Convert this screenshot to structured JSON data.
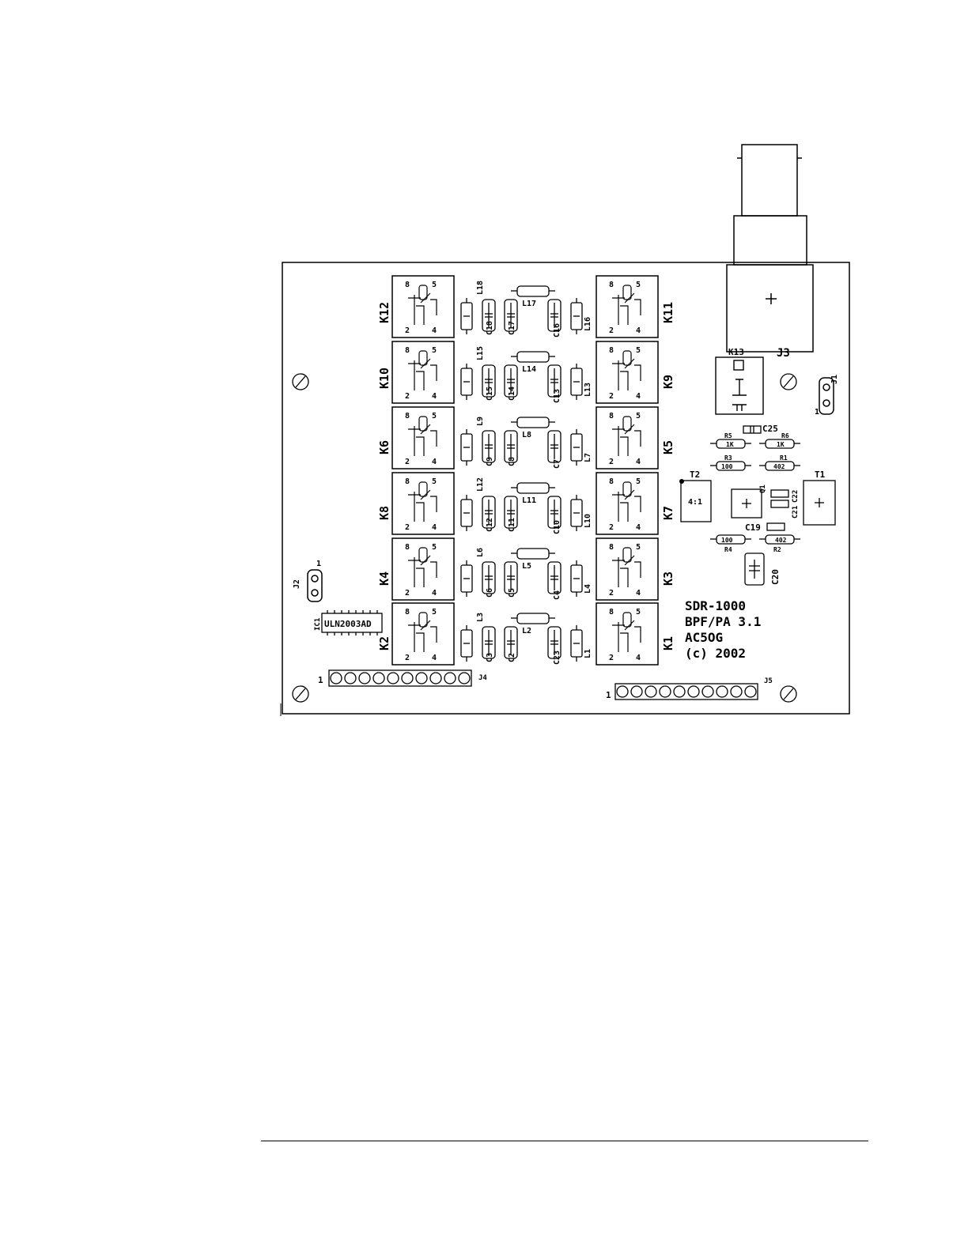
{
  "board": {
    "silkscreen_title": [
      "SDR-1000",
      "BPF/PA 3.1",
      "AC5OG",
      "(c) 2002"
    ],
    "relays_left": [
      "K12",
      "K10",
      "K6",
      "K8",
      "K4",
      "K2"
    ],
    "relays_right": [
      "K11",
      "K9",
      "K5",
      "K7",
      "K3",
      "K1"
    ],
    "relay_pins": {
      "top_left": "8",
      "top_right": "5",
      "bottom_left": "2",
      "bottom_right": "4"
    },
    "column_a": [
      "L18",
      "L15",
      "L9",
      "L12",
      "L6",
      "L3"
    ],
    "column_b": [
      "C18",
      "C15",
      "C9",
      "C12",
      "C6",
      "C3"
    ],
    "column_c": [
      "C17",
      "C14",
      "C8",
      "C11",
      "C5",
      "C2"
    ],
    "column_d_horiz": [
      "L17",
      "L14",
      "L8",
      "L11",
      "L5",
      "L2"
    ],
    "column_e": [
      "C16",
      "C13",
      "C7",
      "C10",
      "C4",
      "C23"
    ],
    "column_f": [
      "L16",
      "L13",
      "L7",
      "L10",
      "L4",
      "L1"
    ],
    "connectors": {
      "bnc": "J3",
      "relay_k13": "K13",
      "j1": "J1",
      "j2": "J2",
      "j4": "J4",
      "j5": "J5",
      "pin1_mark": "1"
    },
    "ic_label": "ULN2003AD",
    "ic_ref": "IC1",
    "amp_section": {
      "c25": "C25",
      "r5": "R5",
      "r5_val": "1K",
      "r6": "R6",
      "r6_val": "1K",
      "r3": "R3",
      "r3_val": "100",
      "r1": "R1",
      "r1_val": "402",
      "t2": "T2",
      "t2_ratio": "4:1",
      "t1": "T1",
      "q1": "Q1",
      "c22": "C22",
      "c21": "C21",
      "c19": "C19",
      "r4": "R4",
      "r4_val": "100",
      "r2": "R2",
      "r2_val": "402",
      "c20": "C20"
    }
  }
}
